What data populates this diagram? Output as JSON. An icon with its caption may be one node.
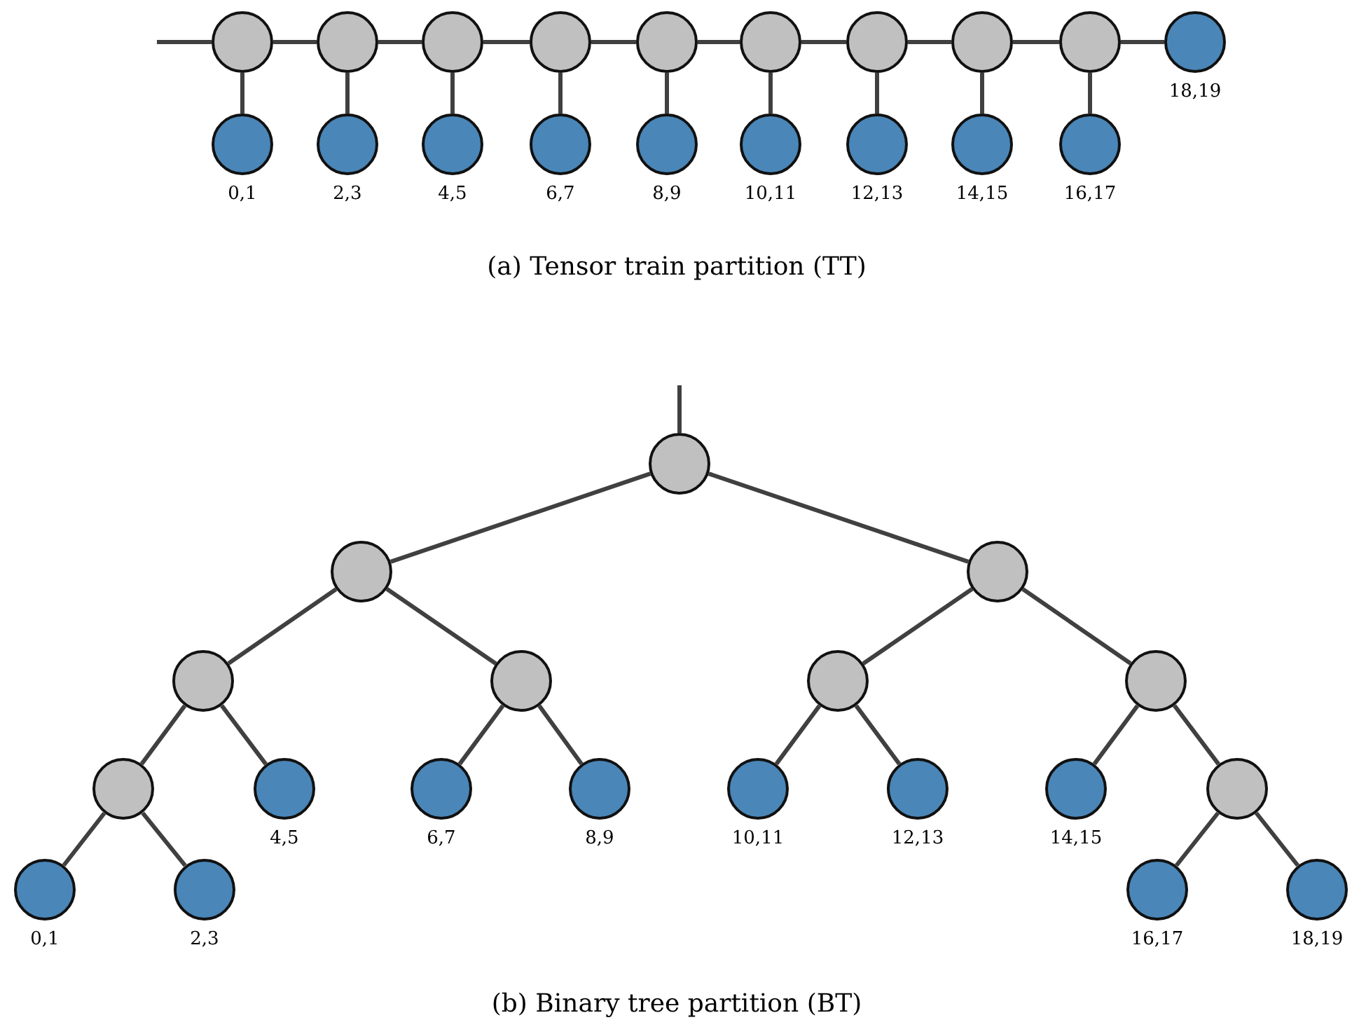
{
  "diagram": {
    "nodes": [
      {
        "text": [],
        "shape": "circle"
      },
      {
        "text": [],
        "shape": "circle"
      },
      {
        "text": [],
        "shape": "circle"
      },
      {
        "text": [],
        "shape": "circle"
      },
      {
        "text": [],
        "shape": "circle"
      },
      {
        "text": [],
        "shape": "circle"
      },
      {
        "text": [],
        "shape": "circle"
      },
      {
        "text": [],
        "shape": "circle"
      },
      {
        "text": [],
        "shape": "circle"
      },
      {
        "text": [],
        "shape": "circle",
        "beside": [
          "18,19"
        ]
      },
      {
        "text": [],
        "shape": "circle",
        "beside": [
          "0,1"
        ]
      },
      {
        "text": [],
        "shape": "circle",
        "beside": [
          "2,3"
        ]
      },
      {
        "text": [],
        "shape": "circle",
        "beside": [
          "4,5"
        ]
      },
      {
        "text": [],
        "shape": "circle",
        "beside": [
          "6,7"
        ]
      },
      {
        "text": [],
        "shape": "circle",
        "beside": [
          "8,9"
        ]
      },
      {
        "text": [],
        "shape": "circle",
        "beside": [
          "10,11"
        ]
      },
      {
        "text": [],
        "shape": "circle",
        "beside": [
          "12,13"
        ]
      },
      {
        "text": [],
        "shape": "circle",
        "beside": [
          "14,15"
        ]
      },
      {
        "text": [],
        "shape": "circle",
        "beside": [
          "16,17"
        ]
      },
      {
        "text": [],
        "shape": "circle"
      },
      {
        "text": [],
        "shape": "circle"
      },
      {
        "text": [],
        "shape": "circle"
      },
      {
        "text": [],
        "shape": "circle"
      },
      {
        "text": [],
        "shape": "circle"
      },
      {
        "text": [],
        "shape": "circle"
      },
      {
        "text": [],
        "shape": "circle"
      },
      {
        "text": [],
        "shape": "circle"
      },
      {
        "text": [],
        "shape": "circle",
        "beside": [
          "4,5"
        ]
      },
      {
        "text": [],
        "shape": "circle",
        "beside": [
          "6,7"
        ]
      },
      {
        "text": [],
        "shape": "circle",
        "beside": [
          "8,9"
        ]
      },
      {
        "text": [],
        "shape": "circle",
        "beside": [
          "10,11"
        ]
      },
      {
        "text": [],
        "shape": "circle",
        "beside": [
          "12,13"
        ]
      },
      {
        "text": [],
        "shape": "circle",
        "beside": [
          "14,15"
        ]
      },
      {
        "text": [],
        "shape": "circle"
      },
      {
        "text": [],
        "shape": "circle",
        "beside": [
          "0,1"
        ]
      },
      {
        "text": [],
        "shape": "circle",
        "beside": [
          "2,3"
        ]
      },
      {
        "text": [],
        "shape": "circle",
        "beside": [
          "16,17"
        ]
      },
      {
        "text": [],
        "shape": "circle",
        "beside": [
          "18,19"
        ]
      }
    ],
    "edges": [
      {
        "from": null,
        "to": 0,
        "arrow": "none"
      },
      {
        "from": 0,
        "to": 1,
        "arrow": "none"
      },
      {
        "from": 1,
        "to": 2,
        "arrow": "none"
      },
      {
        "from": 2,
        "to": 3,
        "arrow": "none"
      },
      {
        "from": 3,
        "to": 4,
        "arrow": "none"
      },
      {
        "from": 4,
        "to": 5,
        "arrow": "none"
      },
      {
        "from": 5,
        "to": 6,
        "arrow": "none"
      },
      {
        "from": 6,
        "to": 7,
        "arrow": "none"
      },
      {
        "from": 7,
        "to": 8,
        "arrow": "none"
      },
      {
        "from": 8,
        "to": 9,
        "arrow": "none"
      },
      {
        "from": 0,
        "to": 10,
        "arrow": "none"
      },
      {
        "from": 1,
        "to": 11,
        "arrow": "none"
      },
      {
        "from": 2,
        "to": 12,
        "arrow": "none"
      },
      {
        "from": 3,
        "to": 13,
        "arrow": "none"
      },
      {
        "from": 4,
        "to": 14,
        "arrow": "none"
      },
      {
        "from": 5,
        "to": 15,
        "arrow": "none"
      },
      {
        "from": 6,
        "to": 16,
        "arrow": "none"
      },
      {
        "from": 7,
        "to": 17,
        "arrow": "none"
      },
      {
        "from": 8,
        "to": 18,
        "arrow": "none"
      },
      {
        "from": null,
        "to": 19,
        "arrow": "none"
      },
      {
        "from": 19,
        "to": 20,
        "arrow": "none"
      },
      {
        "from": 19,
        "to": 21,
        "arrow": "none"
      },
      {
        "from": 20,
        "to": 22,
        "arrow": "none"
      },
      {
        "from": 20,
        "to": 23,
        "arrow": "none"
      },
      {
        "from": 21,
        "to": 24,
        "arrow": "none"
      },
      {
        "from": 21,
        "to": 25,
        "arrow": "none"
      },
      {
        "from": 22,
        "to": 26,
        "arrow": "none"
      },
      {
        "from": 22,
        "to": 27,
        "arrow": "none"
      },
      {
        "from": 23,
        "to": 28,
        "arrow": "none"
      },
      {
        "from": 23,
        "to": 29,
        "arrow": "none"
      },
      {
        "from": 24,
        "to": 30,
        "arrow": "none"
      },
      {
        "from": 24,
        "to": 31,
        "arrow": "none"
      },
      {
        "from": 25,
        "to": 32,
        "arrow": "none"
      },
      {
        "from": 25,
        "to": 33,
        "arrow": "none"
      },
      {
        "from": 26,
        "to": 34,
        "arrow": "none"
      },
      {
        "from": 26,
        "to": 35,
        "arrow": "none"
      },
      {
        "from": 33,
        "to": 36,
        "arrow": "none"
      },
      {
        "from": 33,
        "to": 37,
        "arrow": "none"
      }
    ],
    "labels": [
      "(a) Tensor train partition (TT)",
      "(b) Binary tree partition (BT)"
    ]
  }
}
